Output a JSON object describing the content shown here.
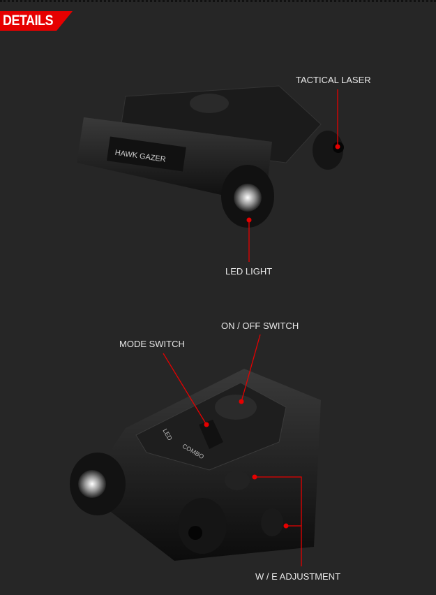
{
  "header": {
    "title": "DETAILS"
  },
  "product_logo": "HAWK GAZER",
  "callouts": {
    "tactical_laser": "TACTICAL LASER",
    "led_light": "LED LIGHT",
    "on_off_switch": "ON / OFF SWITCH",
    "mode_switch": "MODE SWITCH",
    "we_adjustment": "W / E ADJUSTMENT"
  },
  "switch_labels": {
    "combo": "COMBO",
    "led": "LED"
  },
  "colors": {
    "accent": "#e60000",
    "background": "#262626"
  }
}
